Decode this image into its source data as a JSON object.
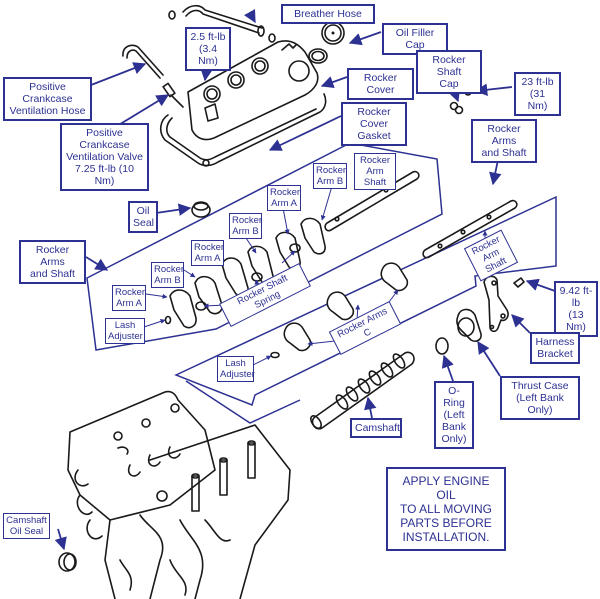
{
  "diagram": {
    "title": "Rocker Arms and Camshaft Exploded View",
    "accent_color": "#2d3192",
    "line_color": "#1a1a1a"
  },
  "labels": {
    "breather_hose": "Breather Hose",
    "torque_pcv_cover": "2.5 ft-lb\n(3.4 Nm)",
    "oil_filler_cap": "Oil Filler Cap",
    "pcv_hose": "Positive Crankcase\nVentilation Hose",
    "rocker_cover": "Rocker Cover",
    "rocker_shaft_cap": "Rocker Shaft\nCap",
    "torque_shaft_cap": "23 ft-lb\n(31 Nm)",
    "pcv_valve": "Positive Crankcase\nVentilation Valve\n7.25 ft-lb (10 Nm)",
    "rocker_cover_gasket": "Rocker Cover\nGasket",
    "rocker_arms_and_shaft_right": "Rocker Arms\nand Shaft",
    "rocker_arm_shaft_left": "Rocker\nArm Shaft",
    "oil_seal": "Oil\nSeal",
    "rocker_arms_and_shaft_left": "Rocker Arms\nand Shaft",
    "rocker_arm_a_1": "Rocker\nArm A",
    "rocker_arm_b_1": "Rocker\nArm B",
    "rocker_arm_a_2": "Rocker\nArm A",
    "rocker_arm_b_2": "Rocker\nArm B",
    "rocker_arm_a_3": "Rocker\nArm A",
    "rocker_arm_b_3": "Rocker\nArm B",
    "rocker_shaft_spring": "Rocker Shaft Spring",
    "lash_adjuster_left": "Lash\nAdjuster",
    "rocker_arm_shaft_right": "Rocker\nArm Shaft",
    "torque_bracket": "9.42 ft-lb\n(13 Nm)",
    "rocker_arms_c": "Rocker Arms C",
    "harness_bracket": "Harness\nBracket",
    "lash_adjuster_right": "Lash\nAdjuster",
    "thrust_case": "Thrust Case\n(Left Bank Only)",
    "o_ring": "O-Ring\n(Left\nBank\nOnly)",
    "camshaft": "Camshaft",
    "camshaft_oil_seal": "Camshaft\nOil Seal",
    "note": "APPLY ENGINE OIL\nTO ALL MOVING\nPARTS BEFORE\nINSTALLATION."
  }
}
